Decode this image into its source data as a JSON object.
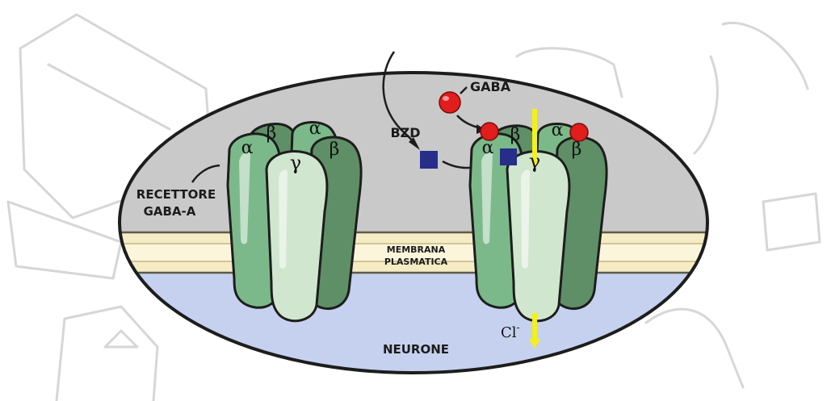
{
  "labels": {
    "gaba": "GABA",
    "bzd": "BZD",
    "receptor_line1": "RECETTORE",
    "receptor_line2": "GABA-A",
    "membrane_line1": "MEMBRANA",
    "membrane_line2": "PLASMATICA",
    "neuron": "NEURONE",
    "chloride": "Cl",
    "chloride_charge": "-"
  },
  "subunits": {
    "alpha": "α",
    "beta": "β",
    "gamma": "γ"
  },
  "colors": {
    "background": "#ffffff",
    "ellipse_fill": "#c9c9c9",
    "membrane_head": "#f5ecc6",
    "membrane_core": "#fbf5dc",
    "membrane_line": "#c8b77c",
    "cytoplasm": "#c5d1ee",
    "alpha_green": "#7cb98a",
    "beta_green": "#5f8f66",
    "gamma_green": "#d1e6cf",
    "gaba_red": "#e11d1d",
    "bzd_blue": "#262e8a",
    "channel_yellow": "#f3f01a",
    "outline": "#1d1d1d"
  }
}
